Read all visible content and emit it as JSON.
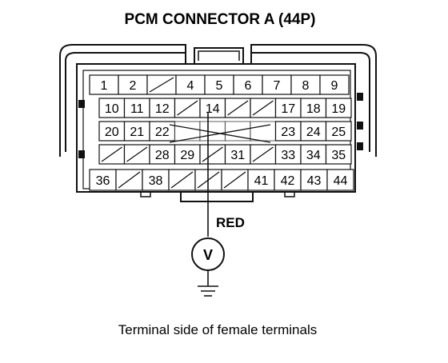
{
  "title": "PCM CONNECTOR A (44P)",
  "wire_color": "RED",
  "meter_symbol": "V",
  "caption": "Terminal side of female terminals",
  "rows": [
    [
      "1",
      "2",
      "",
      "4",
      "5",
      "6",
      "7",
      "8",
      "9"
    ],
    [
      "10",
      "11",
      "12",
      "",
      "14",
      "",
      "",
      "17",
      "18",
      "19"
    ],
    [
      "20",
      "21",
      "22",
      "",
      "",
      "",
      "",
      "23",
      "24",
      "25"
    ],
    [
      "",
      "",
      "28",
      "29",
      "",
      "31",
      "",
      "33",
      "34",
      "35"
    ],
    [
      "36",
      "",
      "38",
      "",
      "",
      "",
      "41",
      "42",
      "43",
      "44"
    ]
  ],
  "probe_terminal": "14",
  "colors": {
    "line": "#111111",
    "background": "#ffffff"
  }
}
